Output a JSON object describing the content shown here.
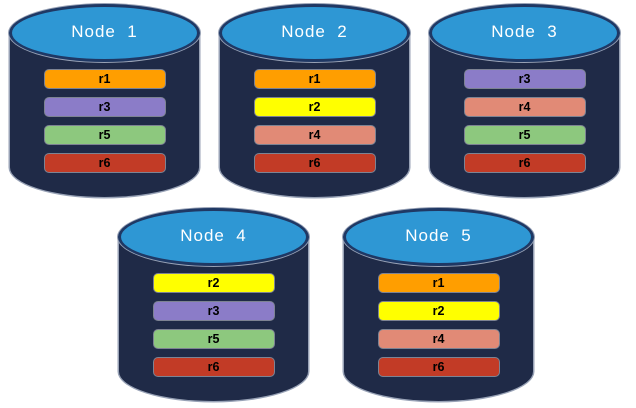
{
  "colors": {
    "cylinder_body": "#1F2A47",
    "cylinder_top": "#2E97D4",
    "cylinder_top_border": "#1F3864",
    "cylinder_outline": "#98A2B6",
    "replica_colors": {
      "r1": "#FF9E00",
      "r2": "#FFFF00",
      "r3": "#8B7CC8",
      "r4": "#E18A76",
      "r5": "#8DC87E",
      "r6": "#C23B26"
    }
  },
  "nodes": [
    {
      "title": "Node  1",
      "replicas": [
        "r1",
        "r3",
        "r5",
        "r6"
      ]
    },
    {
      "title": "Node  2",
      "replicas": [
        "r1",
        "r2",
        "r4",
        "r6"
      ]
    },
    {
      "title": "Node  3",
      "replicas": [
        "r3",
        "r4",
        "r5",
        "r6"
      ]
    },
    {
      "title": "Node  4",
      "replicas": [
        "r2",
        "r3",
        "r5",
        "r6"
      ]
    },
    {
      "title": "Node  5",
      "replicas": [
        "r1",
        "r2",
        "r4",
        "r6"
      ]
    }
  ]
}
